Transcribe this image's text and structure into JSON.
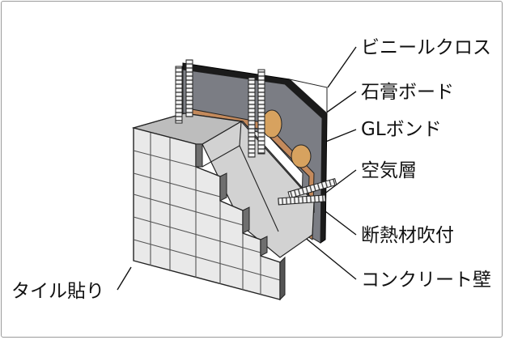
{
  "labels": {
    "vinyl_cloth": "ビニールクロス",
    "gypsum_board": "石膏ボード",
    "gl_bond": "GLボンド",
    "air_layer": "空気層",
    "spray_insulation": "断熱材吹付",
    "concrete_wall": "コンクリート壁",
    "tile": "タイル貼り"
  },
  "colors": {
    "frame": "#9a9a9a",
    "wall_top": "#c9c9c9",
    "wall_front": "#d8d8d8",
    "tile_face": "#e9e9e9",
    "tile_side": "#6f6f6f",
    "gypsum": "#7b7d84",
    "cloth": "#1b1b1b",
    "bond": "#d7a25f",
    "insulation": "#c48a5c",
    "rebar": "#efefef"
  }
}
